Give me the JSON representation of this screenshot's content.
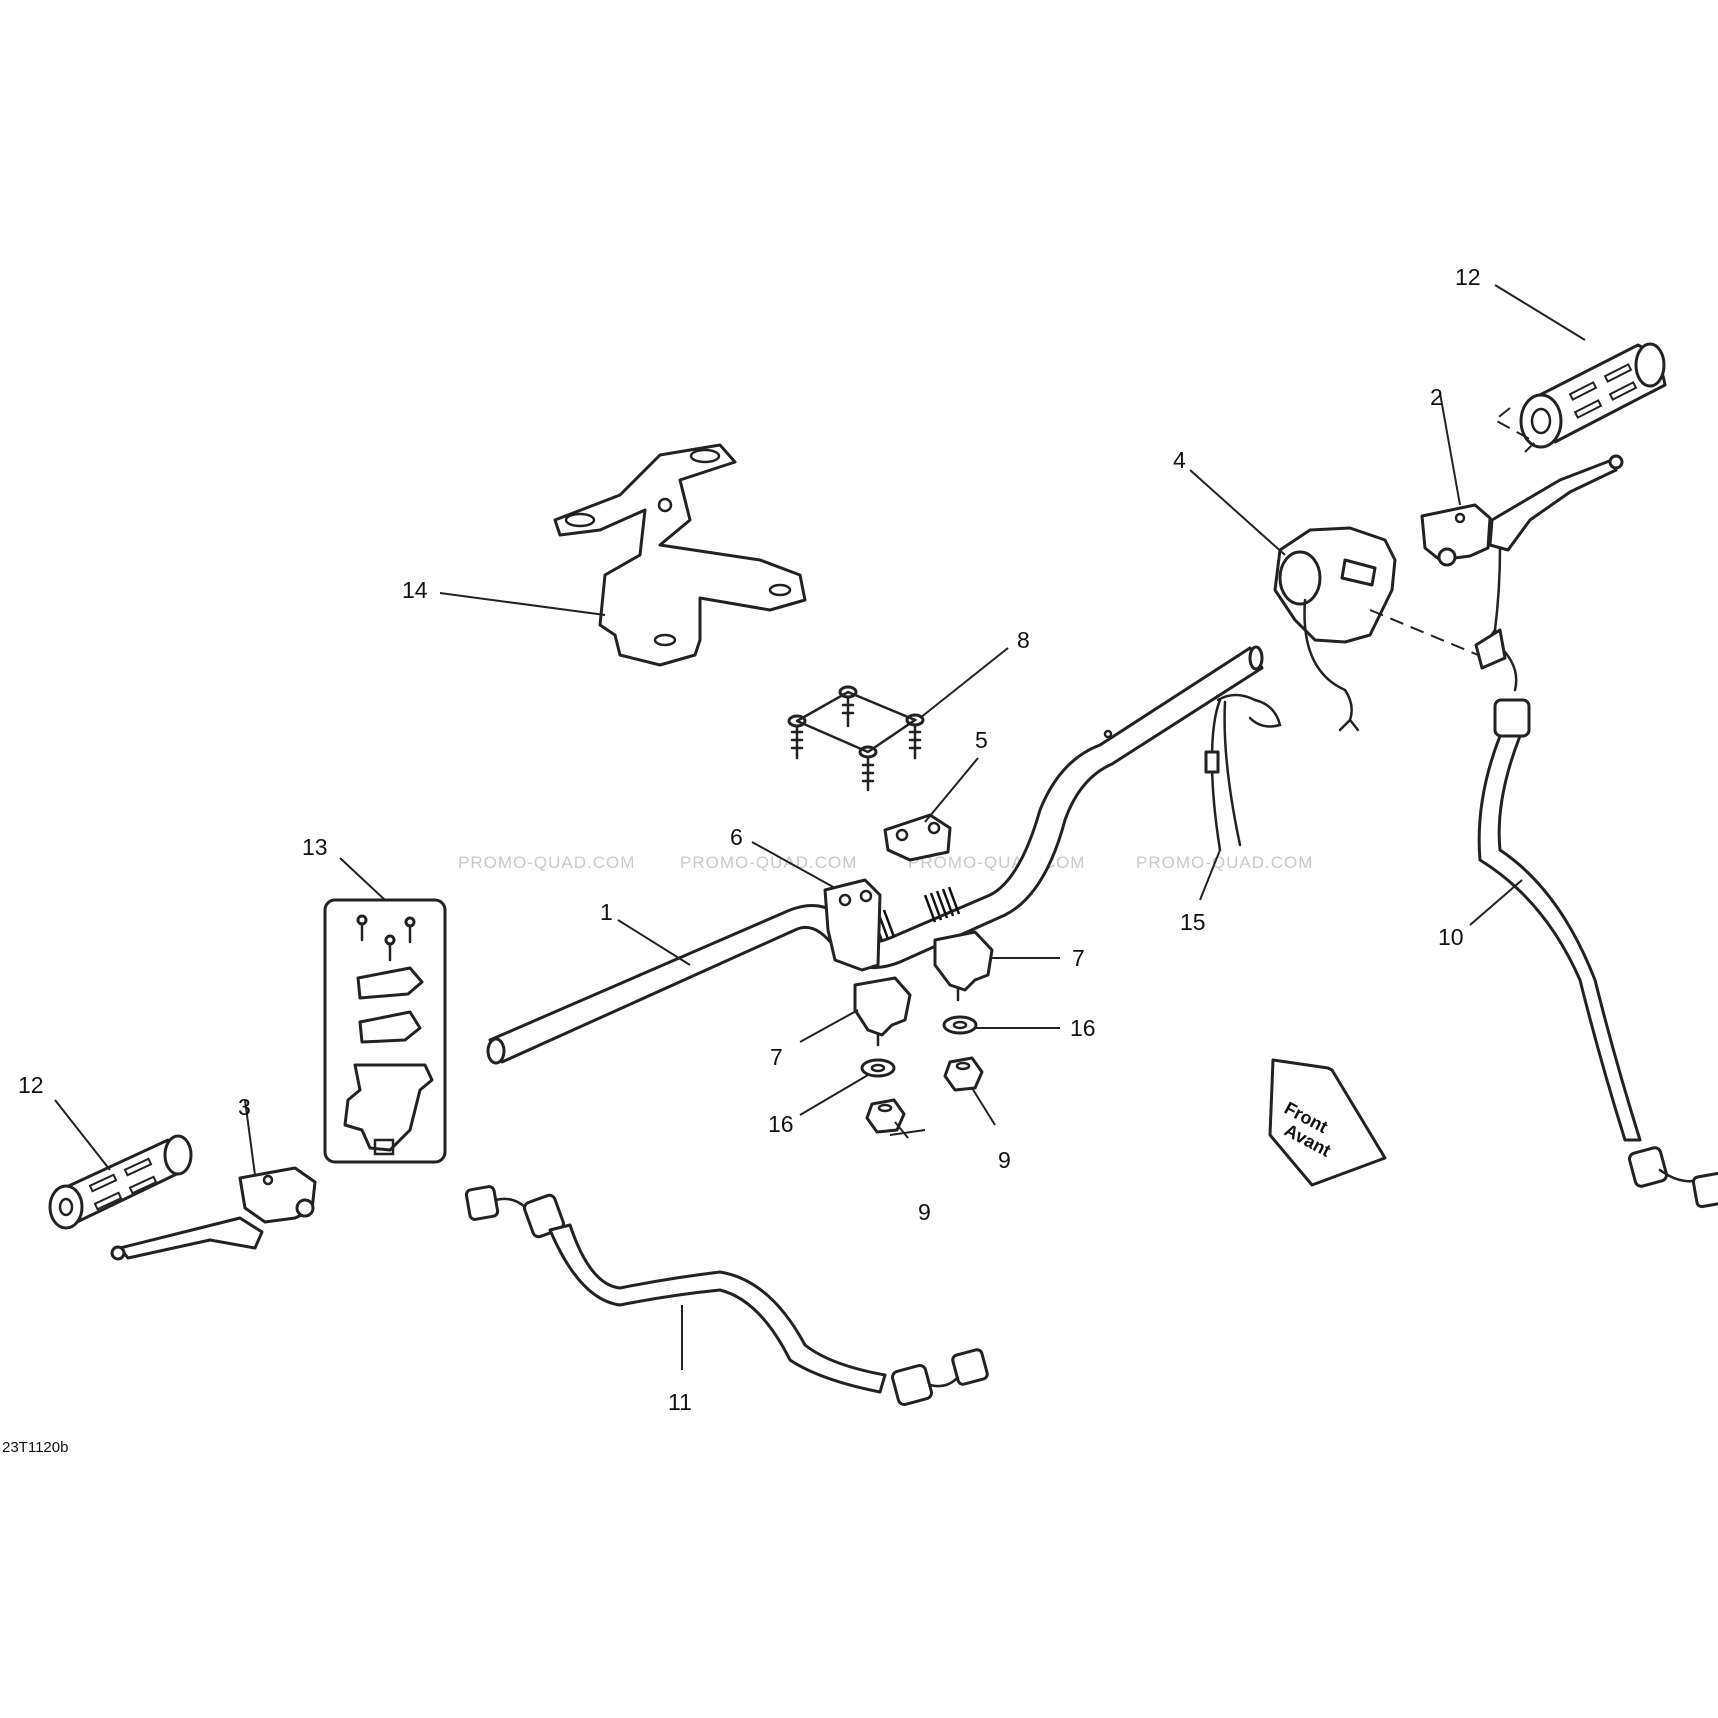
{
  "diagram_code": "23T1120b",
  "watermark": "PROMO-QUAD.COM",
  "front_arrow": {
    "line1": "Front",
    "line2": "Avant"
  },
  "callouts": {
    "c1": "1",
    "c2": "2",
    "c3": "3",
    "c4": "4",
    "c5": "5",
    "c6": "6",
    "c7a": "7",
    "c7b": "7",
    "c8": "8",
    "c9a": "9",
    "c9b": "9",
    "c10": "10",
    "c11": "11",
    "c12a": "12",
    "c12b": "12",
    "c13": "13",
    "c14": "14",
    "c15": "15",
    "c16a": "16",
    "c16b": "16"
  }
}
